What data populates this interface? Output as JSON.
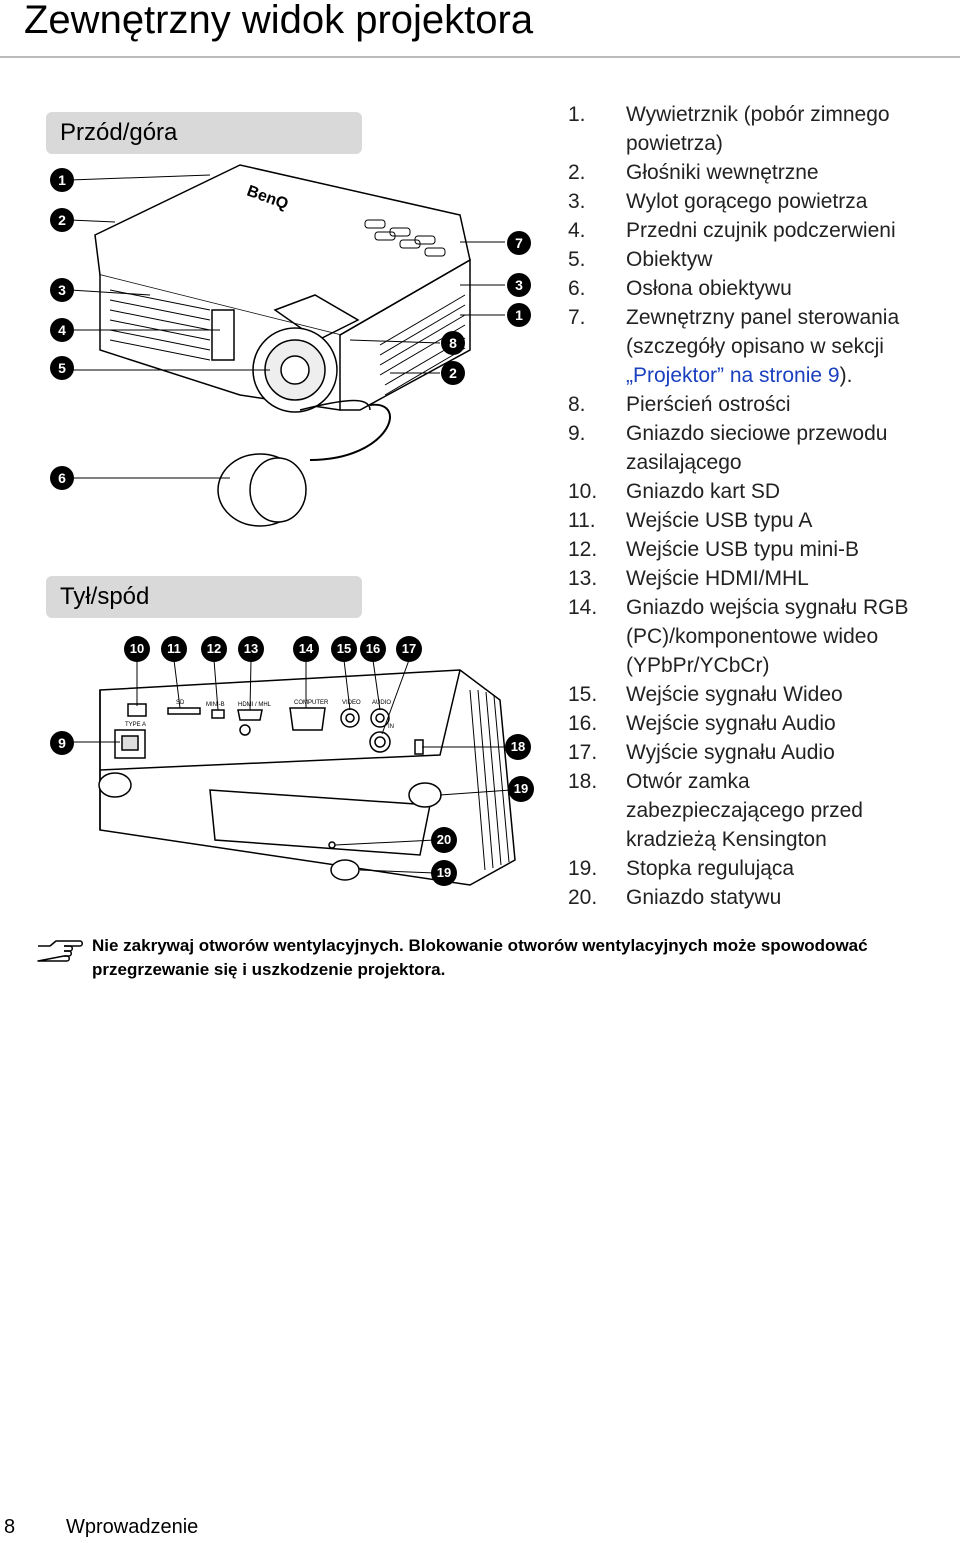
{
  "title": "Zewnętrzny widok projektora",
  "sections": {
    "front": "Przód/góra",
    "back": "Tył/spód"
  },
  "front_callouts": [
    "1",
    "2",
    "3",
    "4",
    "5",
    "6",
    "7",
    "3",
    "1",
    "8",
    "2"
  ],
  "back_callouts": [
    "10",
    "11",
    "12",
    "13",
    "14",
    "15",
    "16",
    "17",
    "9",
    "18",
    "19",
    "20",
    "19"
  ],
  "device_labels": {
    "brand": "BenQ",
    "sd": "SD",
    "usb_mini": "MINI-B",
    "hdmi": "HDMI / MHL",
    "computer": "COMPUTER",
    "video": "VIDEO",
    "audio": "AUDIO",
    "audio_in": "IN",
    "type_a": "TYPE A"
  },
  "parts": [
    {
      "num": "1.",
      "text": "Wywietrznik (pobór zimnego",
      "text2": "powietrza)"
    },
    {
      "num": "2.",
      "text": "Głośniki wewnętrzne"
    },
    {
      "num": "3.",
      "text": "Wylot gorącego powietrza"
    },
    {
      "num": "4.",
      "text": "Przedni czujnik podczerwieni"
    },
    {
      "num": "5.",
      "text": "Obiektyw"
    },
    {
      "num": "6.",
      "text": "Osłona obiektywu"
    },
    {
      "num": "7.",
      "text": "Zewnętrzny panel sterowania",
      "text2": "(szczegóły opisano w sekcji",
      "link": "„Projektor” na stronie 9",
      "after": ")."
    },
    {
      "num": "8.",
      "text": "Pierścień ostrości"
    },
    {
      "num": "9.",
      "text": "Gniazdo sieciowe przewodu",
      "text2": "zasilającego"
    },
    {
      "num": "10.",
      "text": "Gniazdo kart SD"
    },
    {
      "num": "11.",
      "text": "Wejście USB typu A"
    },
    {
      "num": "12.",
      "text": "Wejście USB typu mini-B"
    },
    {
      "num": "13.",
      "text": "Wejście HDMI/MHL"
    },
    {
      "num": "14.",
      "text": "Gniazdo wejścia sygnału RGB",
      "text2": "(PC)/komponentowe wideo",
      "text3": "(YPbPr/YCbCr)"
    },
    {
      "num": "15.",
      "text": "Wejście sygnału Wideo"
    },
    {
      "num": "16.",
      "text": "Wejście sygnału Audio"
    },
    {
      "num": "17.",
      "text": "Wyjście sygnału Audio"
    },
    {
      "num": "18.",
      "text": "Otwór zamka",
      "text2": "zabezpieczającego przed",
      "text3": "kradzieżą Kensington"
    },
    {
      "num": "19.",
      "text": "Stopka regulująca"
    },
    {
      "num": "20.",
      "text": "Gniazdo statywu"
    }
  ],
  "note": "Nie zakrywaj otworów wentylacyjnych. Blokowanie otworów wentylacyjnych może spowodować przegrzewanie się i uszkodzenie projektora.",
  "footer": {
    "page": "8",
    "section": "Wprowadzenie"
  }
}
